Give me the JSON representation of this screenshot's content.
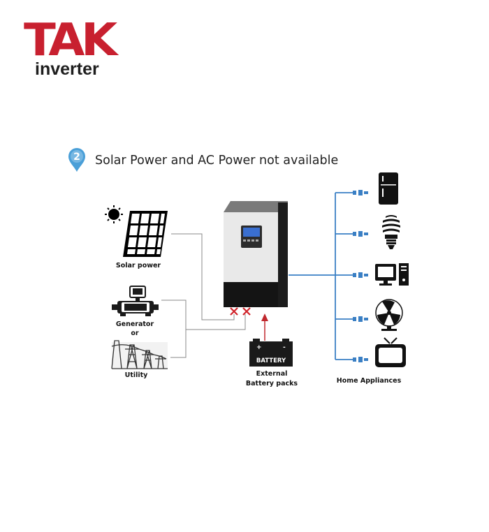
{
  "logo": {
    "brand": "TAK",
    "sub": "inverter"
  },
  "step": {
    "number": "2",
    "title": "Solar Power and AC Power not available"
  },
  "sources": {
    "solar_label": "Solar power",
    "generator_label": "Generator",
    "or_label": "or",
    "utility_label": "Utility"
  },
  "battery": {
    "text": "BATTERY",
    "label_line1": "External",
    "label_line2": "Battery packs"
  },
  "appliances": {
    "label": "Home Appliances"
  },
  "colors": {
    "brand_red": "#c8202f",
    "badge_blue": "#4a9fd8",
    "output_line": "#3a7fc4",
    "battery_arrow": "#c0282e",
    "cross": "#d0232a"
  }
}
